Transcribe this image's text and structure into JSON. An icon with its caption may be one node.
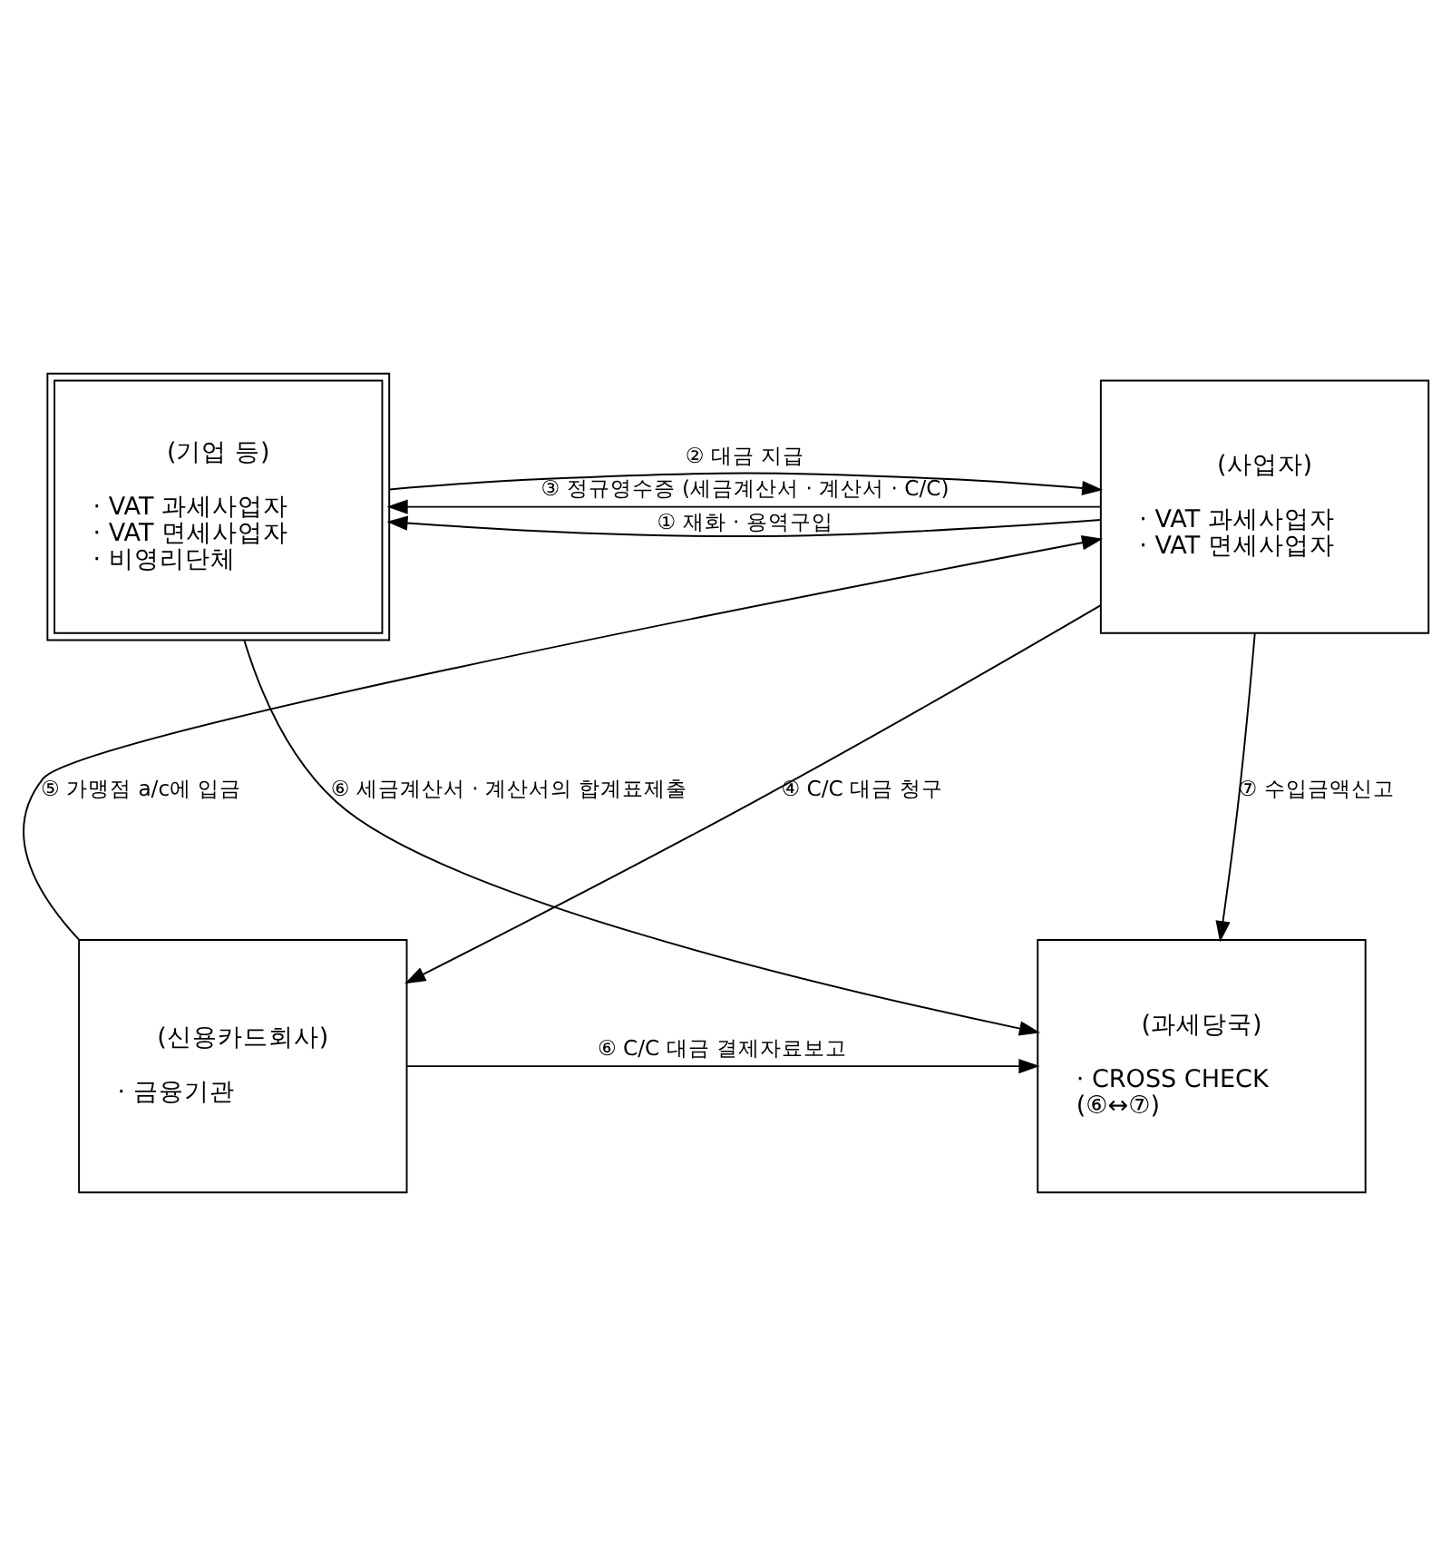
{
  "diagram": {
    "nodes": [
      {
        "text": [
          "(기업 등)",
          "· VAT 과세사업자",
          "· VAT 면세사업자",
          "· 비영리단체"
        ]
      },
      {
        "text": [
          "(사업자)",
          "· VAT 과세사업자",
          "· VAT 면세사업자"
        ]
      },
      {
        "text": [
          "(과세당국)",
          "· CROSS CHECK",
          "(⑥↔⑦)"
        ]
      },
      {
        "text": [
          "(신용카드회사)",
          "· 금융기관"
        ]
      }
    ],
    "edges": [
      {
        "from": 1,
        "to": 0,
        "arrow": "to",
        "label": "① 재화 · 용역구입"
      },
      {
        "from": 0,
        "to": 1,
        "arrow": "to",
        "label": "② 대금 지급"
      },
      {
        "from": 1,
        "to": 0,
        "arrow": "to",
        "label": "③ 정규영수증 (세금계산서 · 계산서 · C/C)"
      },
      {
        "from": 0,
        "to": 2,
        "arrow": "to",
        "label": "⑥ 세금계산서 · 계산서의 합계표제출"
      },
      {
        "from": 1,
        "to": 2,
        "arrow": "to",
        "label": "⑦ 수입금액신고"
      },
      {
        "from": 1,
        "to": 3,
        "arrow": "to",
        "label": "④ C/C 대금 청구"
      },
      {
        "from": 3,
        "to": 1,
        "arrow": "to",
        "label": "⑤ 가맹점 a/c에 입금"
      },
      {
        "from": 3,
        "to": 2,
        "arrow": "to",
        "label": "⑥ C/C 대금 결제자료보고"
      }
    ]
  }
}
